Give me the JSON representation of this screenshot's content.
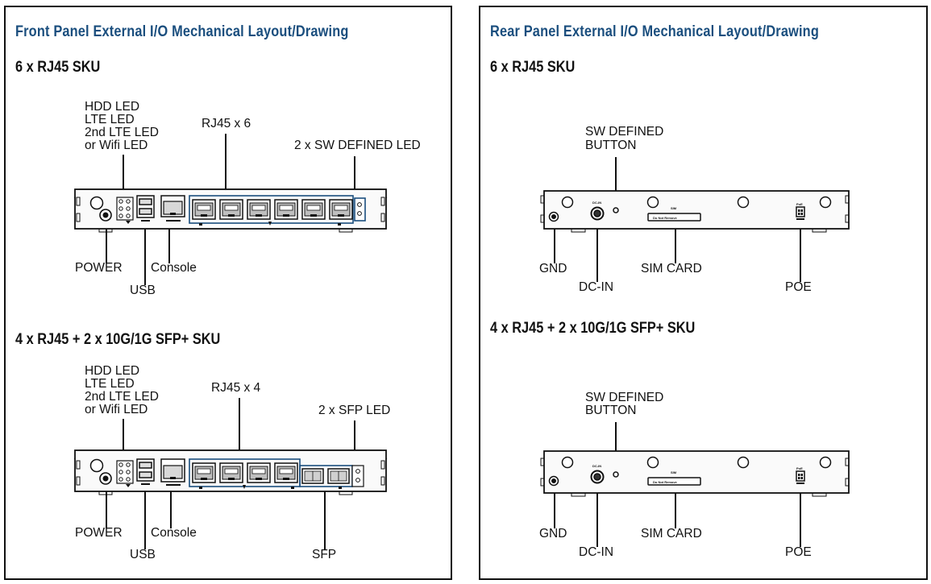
{
  "front": {
    "title": "Front Panel External I/O Mechanical Layout/Drawing",
    "sku1": {
      "heading": "6 x RJ45 SKU",
      "led_labels": [
        "HDD LED",
        "LTE LED",
        "2nd LTE LED",
        "or Wifi LED"
      ],
      "rj45_label": "RJ45 x 6",
      "sw_led_label": "2 x SW DEFINED LED",
      "power_label": "POWER",
      "usb_label": "USB",
      "console_label": "Console",
      "rj45_count": 6
    },
    "sku2": {
      "heading": "4 x RJ45 + 2 x 10G/1G SFP+ SKU",
      "led_labels": [
        "HDD LED",
        "LTE LED",
        "2nd LTE LED",
        "or Wifi LED"
      ],
      "rj45_label": "RJ45 x 4",
      "sfp_led_label": "2 x SFP LED",
      "power_label": "POWER",
      "usb_label": "USB",
      "console_label": "Console",
      "sfp_label": "SFP",
      "rj45_count": 4,
      "sfp_count": 2
    }
  },
  "rear": {
    "title": "Rear Panel External I/O Mechanical Layout/Drawing",
    "sku1": {
      "heading": "6 x RJ45 SKU",
      "button_label": [
        "SW DEFINED",
        "BUTTON"
      ],
      "gnd_label": "GND",
      "dcin_label": "DC-IN",
      "sim_label": "SIM CARD",
      "poe_label": "POE",
      "sim_slot_text": "Do Not Remove",
      "dcin_marking": "DC-IN",
      "sim_marking": "SIM",
      "poe_marking": "PoE"
    },
    "sku2": {
      "heading": "4 x RJ45 + 2 x 10G/1G SFP+ SKU",
      "button_label": [
        "SW DEFINED",
        "BUTTON"
      ],
      "gnd_label": "GND",
      "dcin_label": "DC-IN",
      "sim_label": "SIM CARD",
      "poe_label": "POE",
      "sim_slot_text": "Do Not Remove",
      "dcin_marking": "DC-IN",
      "sim_marking": "SIM",
      "poe_marking": "PoE"
    }
  },
  "colors": {
    "title": "#1a4e7e",
    "line": "#111111",
    "port_fill": "#bfbfbf",
    "housing": "#f6f6f6"
  }
}
